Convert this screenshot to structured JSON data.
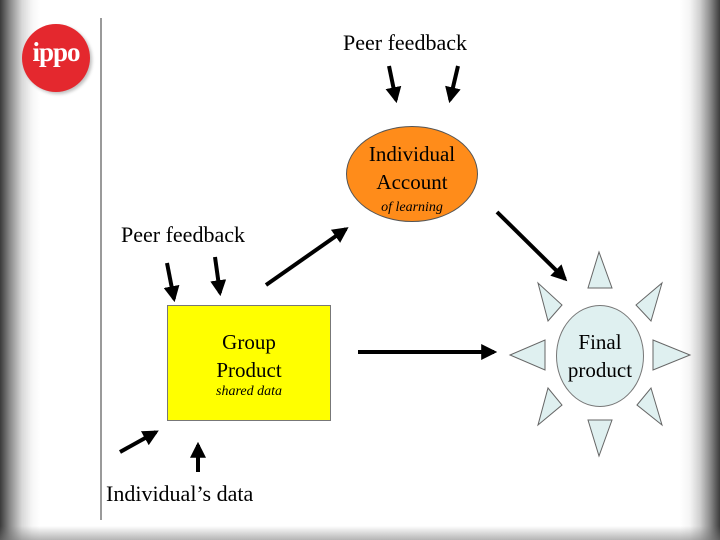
{
  "logo": {
    "text": "ippo"
  },
  "labels": {
    "peer_feedback_top": "Peer feedback",
    "peer_feedback_left": "Peer feedback",
    "individuals_data": "Individual’s data"
  },
  "individual_account": {
    "title_line1": "Individual",
    "title_line2": "Account",
    "subtitle": "of learning"
  },
  "group_product": {
    "title_line1": "Group",
    "title_line2": "Product",
    "subtitle": "shared data"
  },
  "final_product": {
    "title_line1": "Final",
    "title_line2": "product"
  },
  "colors": {
    "individual_account_fill": "#ff8c1a",
    "group_product_fill": "#ffff00",
    "final_product_fill": "#dff0f0",
    "sun_ray_fill": "#dff0f0",
    "logo_fill": "#e4282e"
  }
}
